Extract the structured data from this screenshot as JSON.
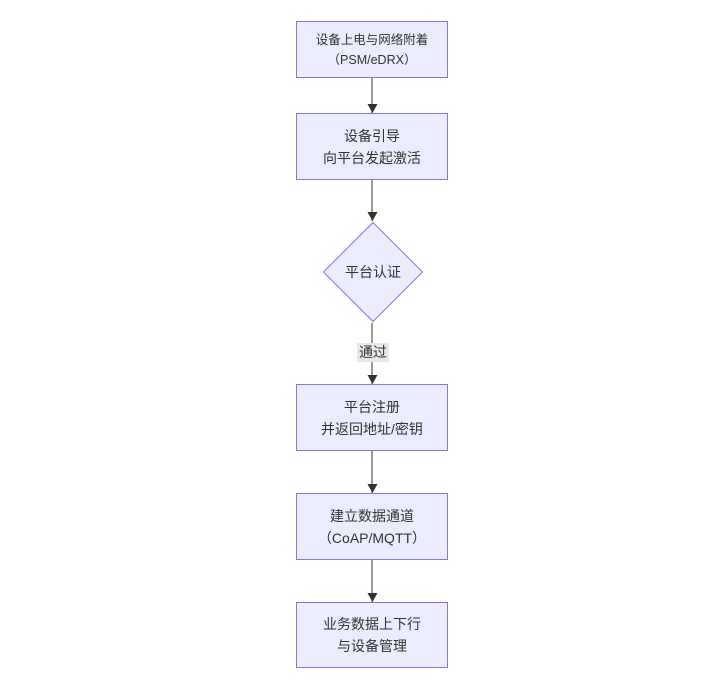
{
  "flow": {
    "nodes": [
      {
        "id": "power-network-attach",
        "type": "rect",
        "lines": [
          "设备上电与网络附着",
          "（PSM/eDRX）"
        ]
      },
      {
        "id": "bootstrap-activate",
        "type": "rect",
        "lines": [
          "设备引导",
          "向平台发起激活"
        ]
      },
      {
        "id": "platform-auth",
        "type": "diamond",
        "lines": [
          "平台认证"
        ]
      },
      {
        "id": "platform-register",
        "type": "rect",
        "lines": [
          "平台注册",
          "并返回地址/密钥"
        ]
      },
      {
        "id": "data-channel",
        "type": "rect",
        "lines": [
          "建立数据通道",
          "（CoAP/MQTT）"
        ]
      },
      {
        "id": "business-data",
        "type": "rect",
        "lines": [
          "业务数据上下行",
          "与设备管理"
        ]
      }
    ],
    "edges": [
      {
        "from": "power-network-attach",
        "to": "bootstrap-activate",
        "label": ""
      },
      {
        "from": "bootstrap-activate",
        "to": "platform-auth",
        "label": ""
      },
      {
        "from": "platform-auth",
        "to": "platform-register",
        "label": "通过"
      },
      {
        "from": "platform-register",
        "to": "data-channel",
        "label": ""
      },
      {
        "from": "data-channel",
        "to": "business-data",
        "label": ""
      }
    ],
    "edge_label_pass": "通过",
    "colors": {
      "node_fill": "#ECECFF",
      "node_border": "#9370DB",
      "arrow": "#333333",
      "edge_label_bg": "#e8e8e8",
      "text": "#333333",
      "background": "#ffffff"
    }
  }
}
